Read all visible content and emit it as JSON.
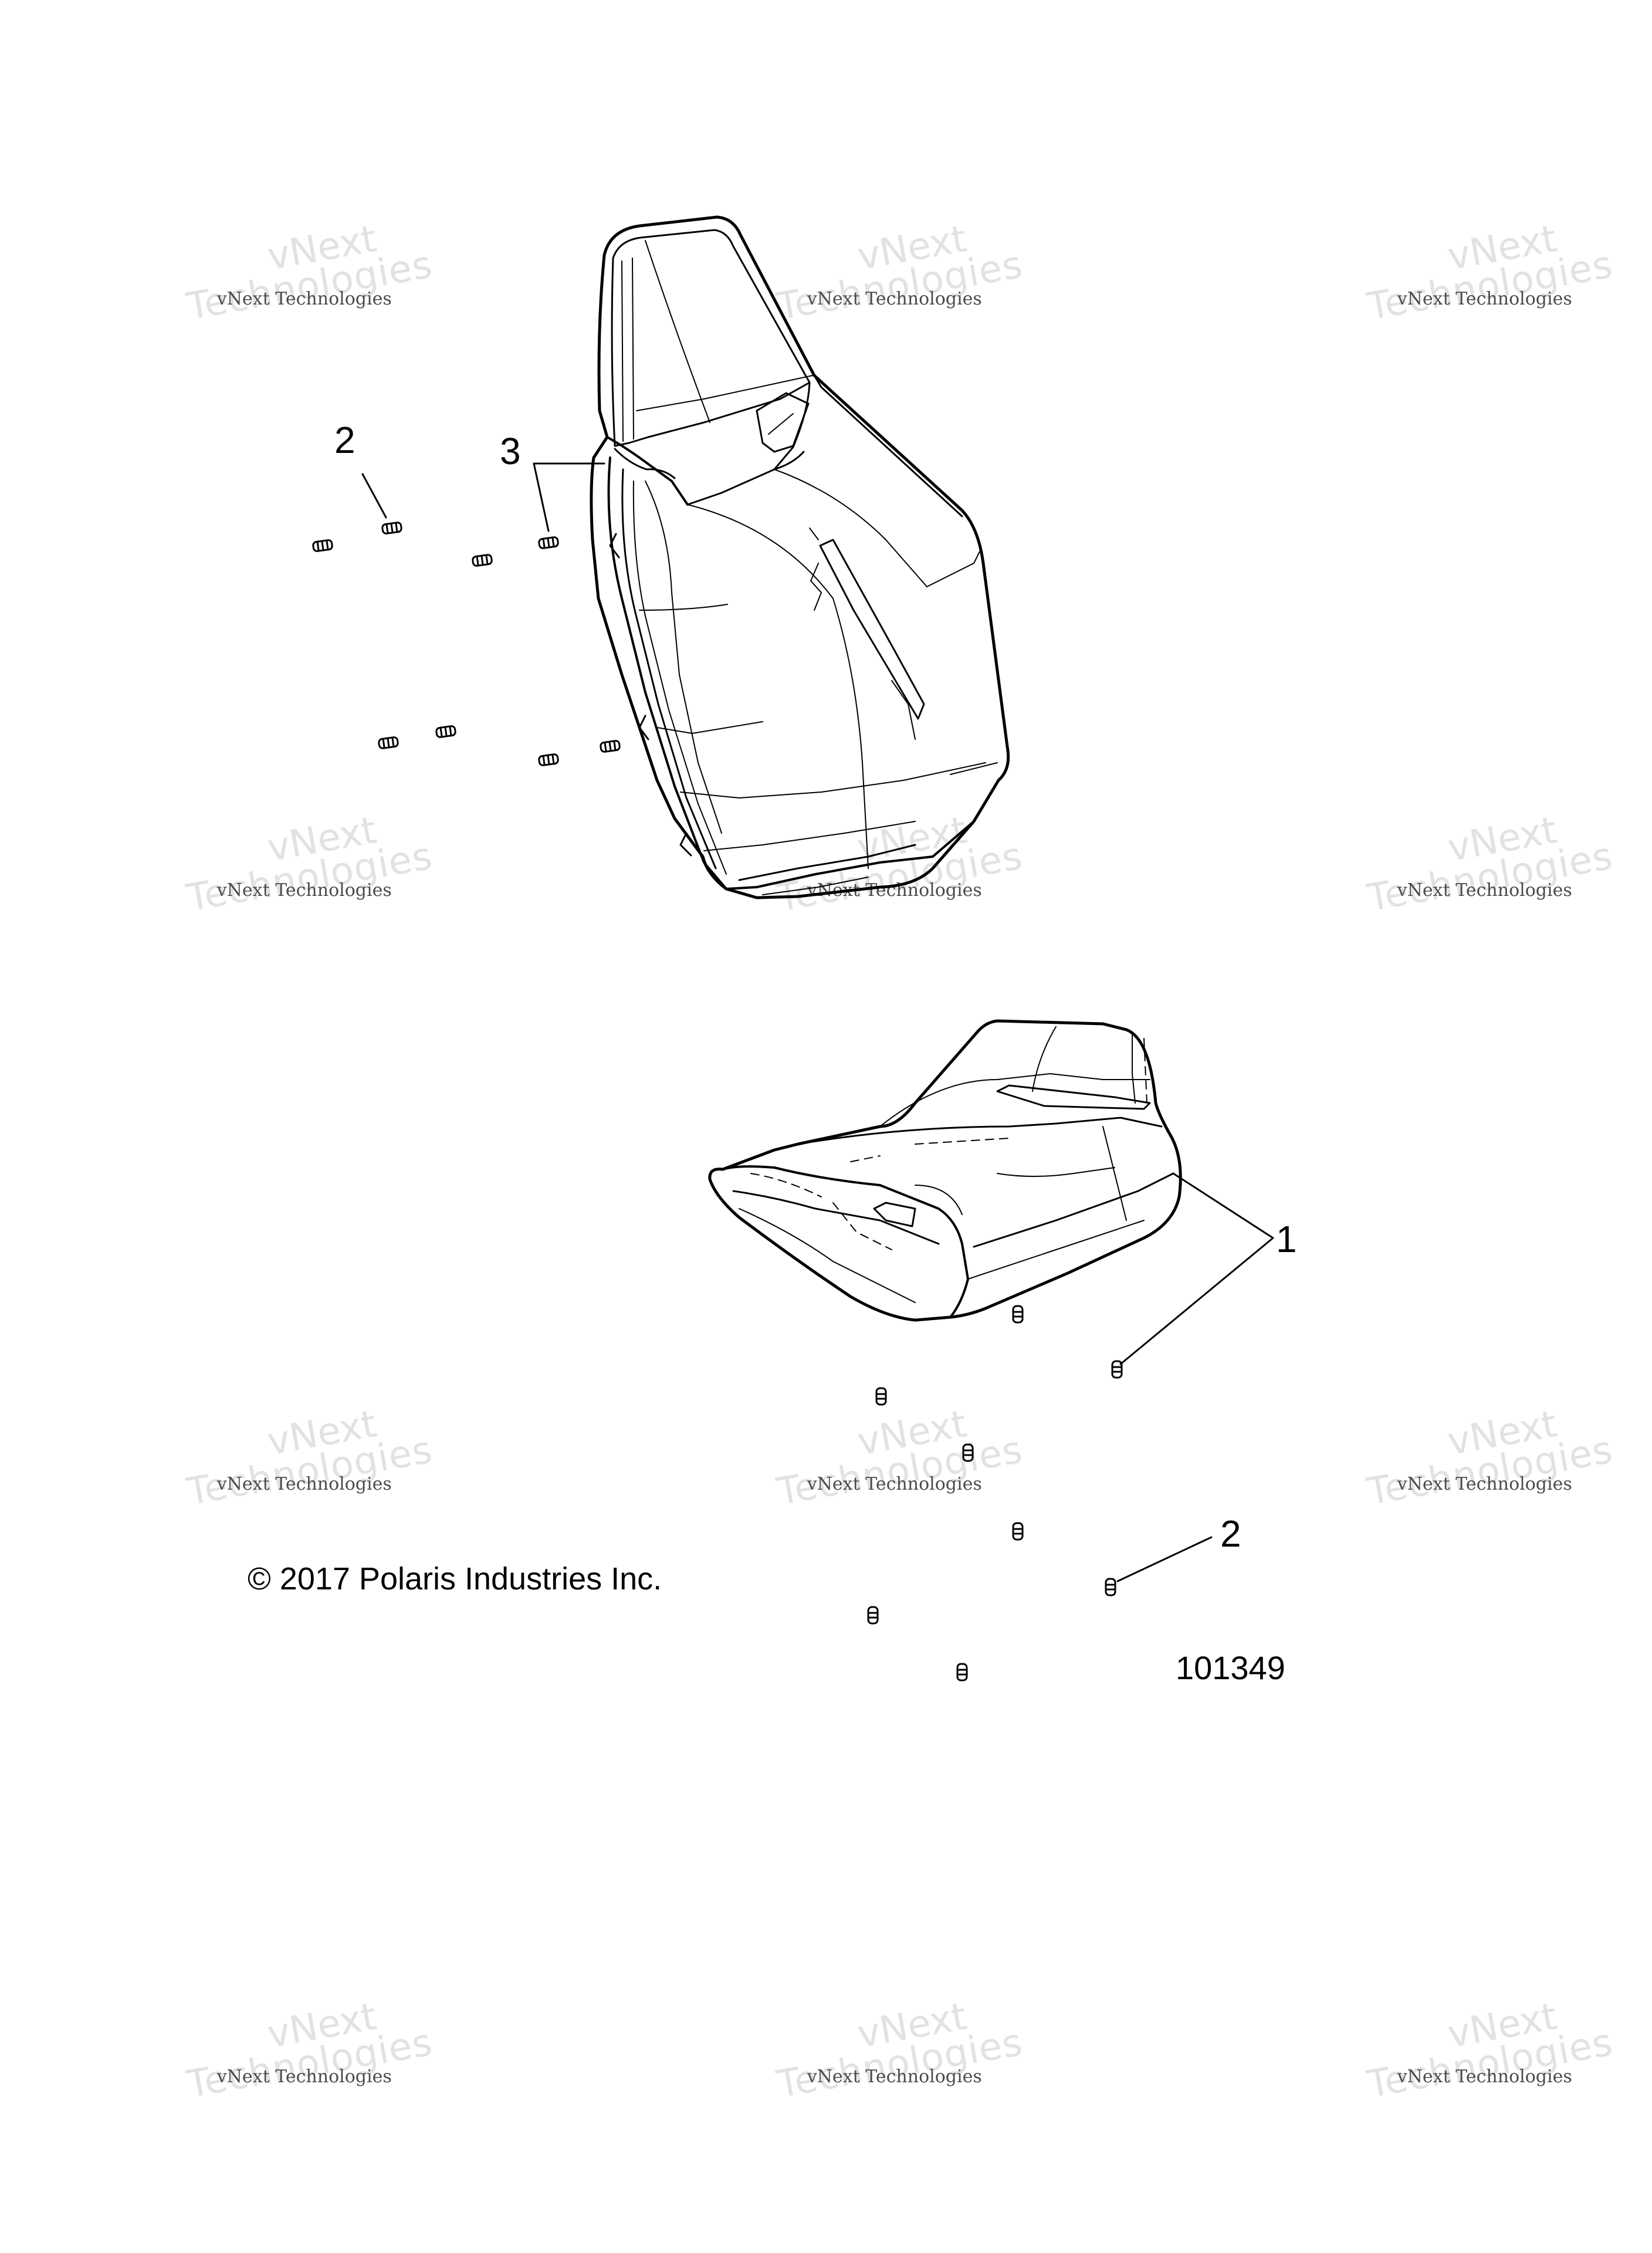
{
  "watermark": {
    "line1": "vNext Technologies",
    "line2": "vNext",
    "line3": "Technologies"
  },
  "callouts": {
    "c1": "1",
    "c2_top": "2",
    "c2_bottom": "2",
    "c3": "3"
  },
  "copyright": "© 2017 Polaris Industries Inc.",
  "part_number": "101349"
}
